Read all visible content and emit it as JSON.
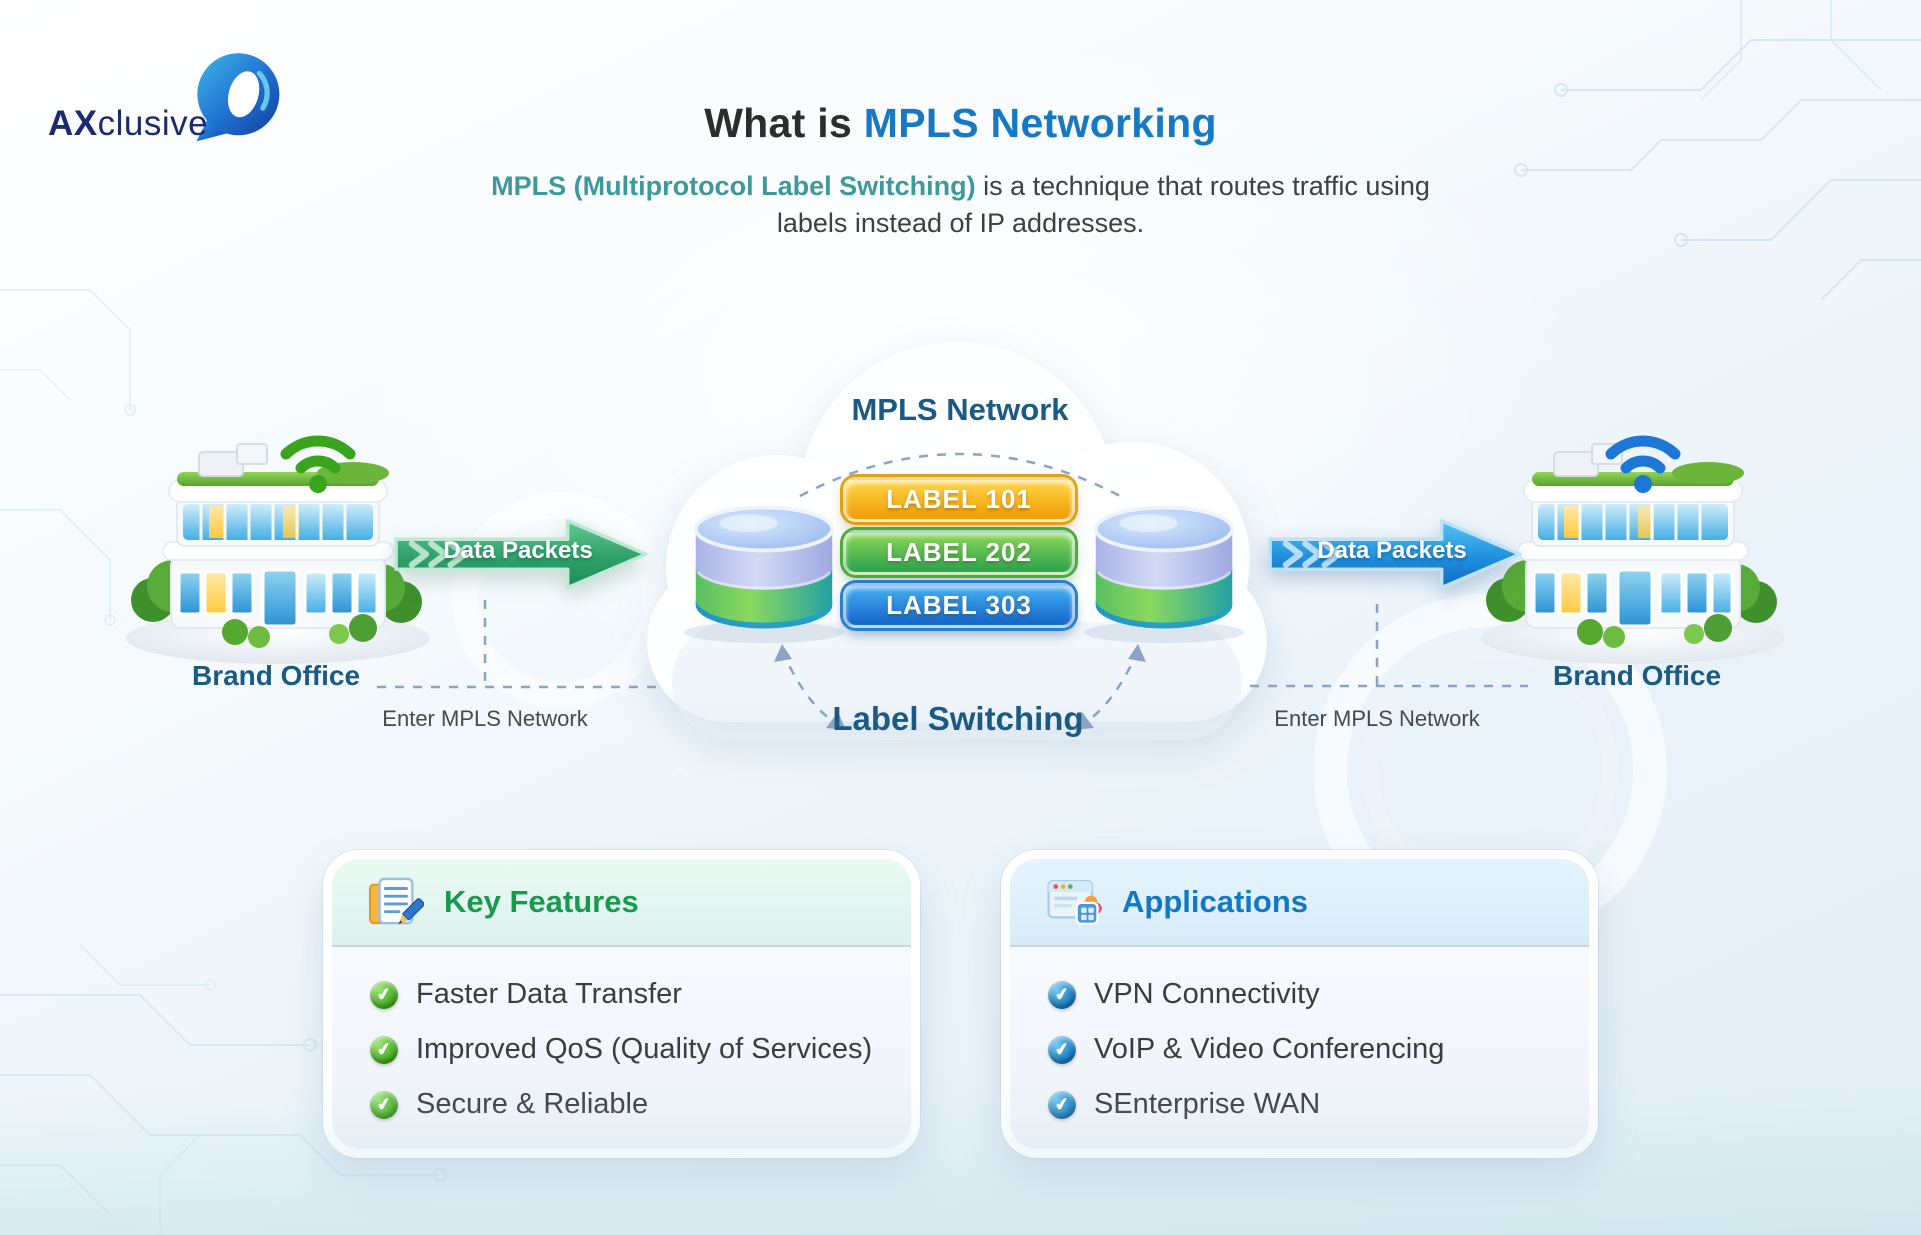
{
  "brand": {
    "logo_bold": "AX",
    "logo_rest": "clusive"
  },
  "header": {
    "title_prefix": "What is ",
    "title_highlight": "MPLS Networking",
    "subtitle_highlight": "MPLS (Multiprotocol Label Switching)",
    "subtitle_rest": " is a technique that routes traffic using",
    "subtitle_line2": "labels instead of IP addresses."
  },
  "diagram": {
    "cloud_title": "MPLS Network",
    "labels": [
      {
        "text": "LABEL 101"
      },
      {
        "text": "LABEL 202"
      },
      {
        "text": "LABEL 303"
      }
    ],
    "label_switching": "Label Switching",
    "arrows": {
      "left": "Data Packets",
      "right": "Data Packets"
    },
    "offices": {
      "left": "Brand Office",
      "right": "Brand Office"
    },
    "enter_notes": {
      "left": "Enter MPLS Network",
      "right": "Enter MPLS Network"
    }
  },
  "cards": {
    "key_features": {
      "title": "Key Features",
      "items": [
        "Faster Data Transfer",
        "Improved QoS (Quality of Services)",
        "Secure & Reliable"
      ]
    },
    "applications": {
      "title": "Applications",
      "items": [
        "VPN Connectivity",
        "VoIP & Video Conferencing",
        "SEnterprise WAN"
      ]
    }
  },
  "colors": {
    "title_accent": "#1779c6",
    "subtitle_accent": "#3e999c",
    "diagram_text": "#1b5a82",
    "key_features_accent": "#169a4b",
    "applications_accent": "#1178c6",
    "label_101": "#f09b05",
    "label_202": "#2aa24c",
    "label_303": "#1564c7",
    "green_arrow": "#1e8f55",
    "blue_arrow": "#1068c4"
  }
}
